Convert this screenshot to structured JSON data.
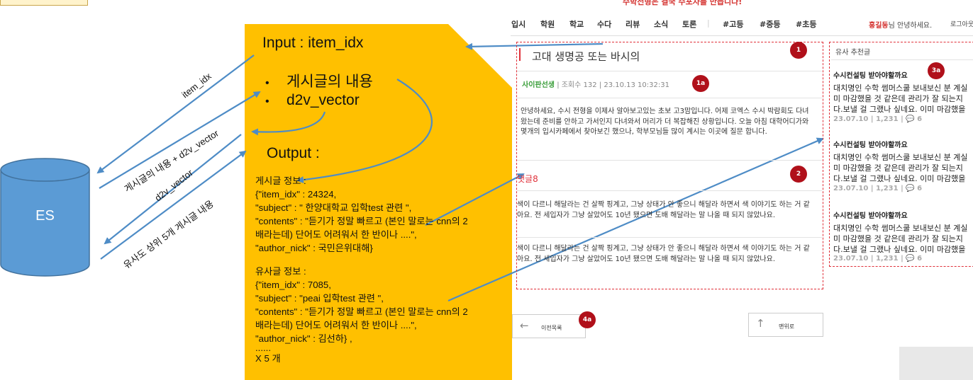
{
  "es": {
    "label": "ES"
  },
  "arrows": {
    "item_idx": "item_idx",
    "content_vector": "게시글의 내용 + d2v_vector",
    "d2v_vector": "d2v_vector",
    "top5": "유사도 상위 5개 게시글 내용"
  },
  "doc": {
    "input_label": "Input : item_idx",
    "bullets": [
      "게시글의 내용",
      "d2v_vector"
    ],
    "output_label": "Output :",
    "lines": [
      "게시글 정보 :",
      "{\"item_idx\" : 24324,",
      "\"subject\" : \" 한양대학교 입학test 관련 \",",
      "\"contents\" : \"듣기가 정말 빠르고 (본인 말로는 cnn의 2",
      "배라는데) 단어도 어려워서 한 반이나 ....\",",
      "\"author_nick\" : 국민은위대해}",
      "",
      "유사글 정보 :",
      "{\"item_idx\" : 7085,",
      "\"subject\" : \"peai 입학test 관련 \",",
      "\"contents\" : \"듣기가 정말 빠르고 (본인 말로는 cnn의 2",
      "배라는데) 단어도 어려워서 한 반이나 ....\",",
      "\"author_nick\" : 김선하} ,",
      "......",
      "X 5 개"
    ]
  },
  "screenshot": {
    "banner": "수학전형은 결국 수포자를 만듭니다!",
    "nav": [
      "입시",
      "학원",
      "학교",
      "수다",
      "리뷰",
      "소식",
      "토론",
      "#고등",
      "#중등",
      "#초등"
    ],
    "user_name": "홍길동",
    "user_greeting": "님 안녕하세요.",
    "logout": "로그아웃",
    "badges": {
      "b1": "1",
      "b1a": "1a",
      "b2": "2",
      "b3a": "3a",
      "b4a": "4a"
    },
    "post": {
      "title": "고대 생명공 또는 바시의",
      "author": "사이판선생",
      "views": "| 조회수  132  |",
      "date": "23.10.13 10:32:31",
      "body": "안녕하세요, 수시 전형을 이제사 알아보고있는 초보 고3맘입니다. 어제 코엑스 수시 박람회도 다녀왔는데 준비를 안하고 가서인지 다녀와서 머리가 더 복잡해진 상황입니다. 오늘 아침 대학어디가와 몇개의 입시카페에서 찾아보긴 했으나, 학부모님들 많이 계시는 이곳에 질문 합니다."
    },
    "comments_label": "댓글",
    "comments_count": "8",
    "comments": [
      "색이 다르니 해달라는 건 살짝 핑계고, 그냥 상태가 안 좋으니 해달라 하면서 색 이야기도 하는 거 같아요. 전 세입자가 그냥 살았어도 10년 됐으면 도배 해달라는 말 나올 때 되지 않았나요.",
      "색이 다르니 해달라는 건 살짝 핑계고, 그냥 상태가 안 좋으니 해달라 하면서 색 이야기도 하는 거 같아요. 전 세입자가 그냥 살았어도 10년 됐으면 도배 해달라는 말 나올 때 되지 않았나요."
    ],
    "side_heading": "유사 추천글",
    "recommendations": [
      {
        "title": "수시컨설팅 받아야할까요",
        "body": "대치명인 수학 썸머스쿨 보내보신 분 계실\n미 마감했을 것 같은데 관리가 잘 되는지\n다.보낼 걸 그랬나 싶네요. 이미 마감했을",
        "meta": "23.07.10  | 1,231 |",
        "comments": "6"
      },
      {
        "title": "수시컨설팅 받아야할까요",
        "body": "대치명인 수학 썸머스쿨 보내보신 분 계실\n미 마감했을 것 같은데 관리가 잘 되는지\n다.보낼 걸 그랬나 싶네요. 이미 마감했을",
        "meta": "23.07.10  | 1,231 |",
        "comments": "6"
      },
      {
        "title": "수시컨설팅 받아야할까요",
        "body": "대치명인 수학 썸머스쿨 보내보신 분 계실\n미 마감했을 것 같은데 관리가 잘 되는지\n다.보낼 걸 그랬나 싶네요. 이미 마감했을",
        "meta": "23.07.10  | 1,231 |",
        "comments": "6"
      }
    ],
    "prev_button": "이전목록",
    "top_button": "맨위로"
  },
  "colors": {
    "doc_fill": "#ffc000",
    "es_fill": "#5b9bd5",
    "arrow": "#4e8cc6",
    "dash": "#e0313a",
    "badge": "#b0101a"
  }
}
